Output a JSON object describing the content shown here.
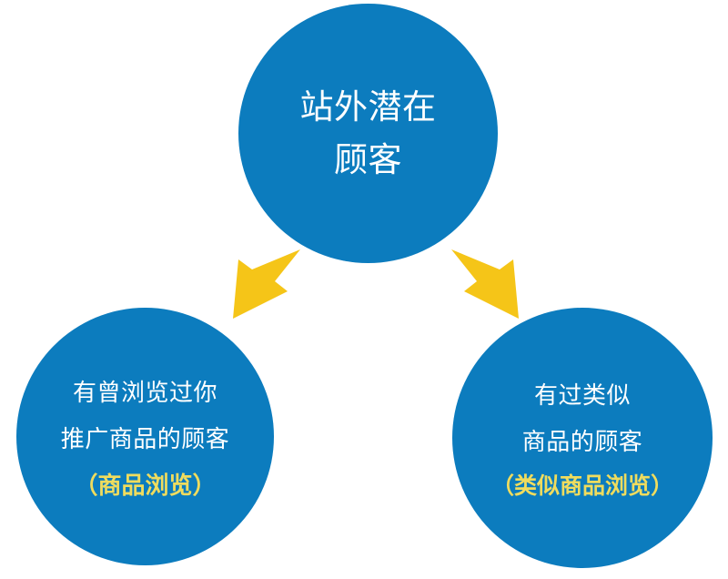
{
  "diagram": {
    "type": "flow-diagram",
    "background_color": "#ffffff",
    "node_color": "#0c7cbe",
    "node_text_color": "#ffffff",
    "accent_text_color": "#efdc5e",
    "arrow_color": "#f5c518",
    "nodes": [
      {
        "id": "root",
        "role": "source",
        "lines": [
          {
            "text": "站外潜在",
            "style": "plain"
          },
          {
            "text": "顾客",
            "style": "plain"
          }
        ]
      },
      {
        "id": "browsed",
        "role": "target-left",
        "lines": [
          {
            "text": "有曾浏览过你",
            "style": "plain"
          },
          {
            "text": "推广商品的顾客",
            "style": "plain"
          },
          {
            "text": "（商品浏览）",
            "style": "accent"
          }
        ]
      },
      {
        "id": "similar",
        "role": "target-right",
        "lines": [
          {
            "text": "有过类似",
            "style": "plain"
          },
          {
            "text": "商品的顾客",
            "style": "plain"
          },
          {
            "text": "（类似商品浏览）",
            "style": "accent"
          }
        ]
      }
    ],
    "arrows": [
      {
        "id": "left",
        "from": "root",
        "to": "browsed",
        "direction": "down-left"
      },
      {
        "id": "right",
        "from": "root",
        "to": "similar",
        "direction": "down-right"
      }
    ]
  }
}
